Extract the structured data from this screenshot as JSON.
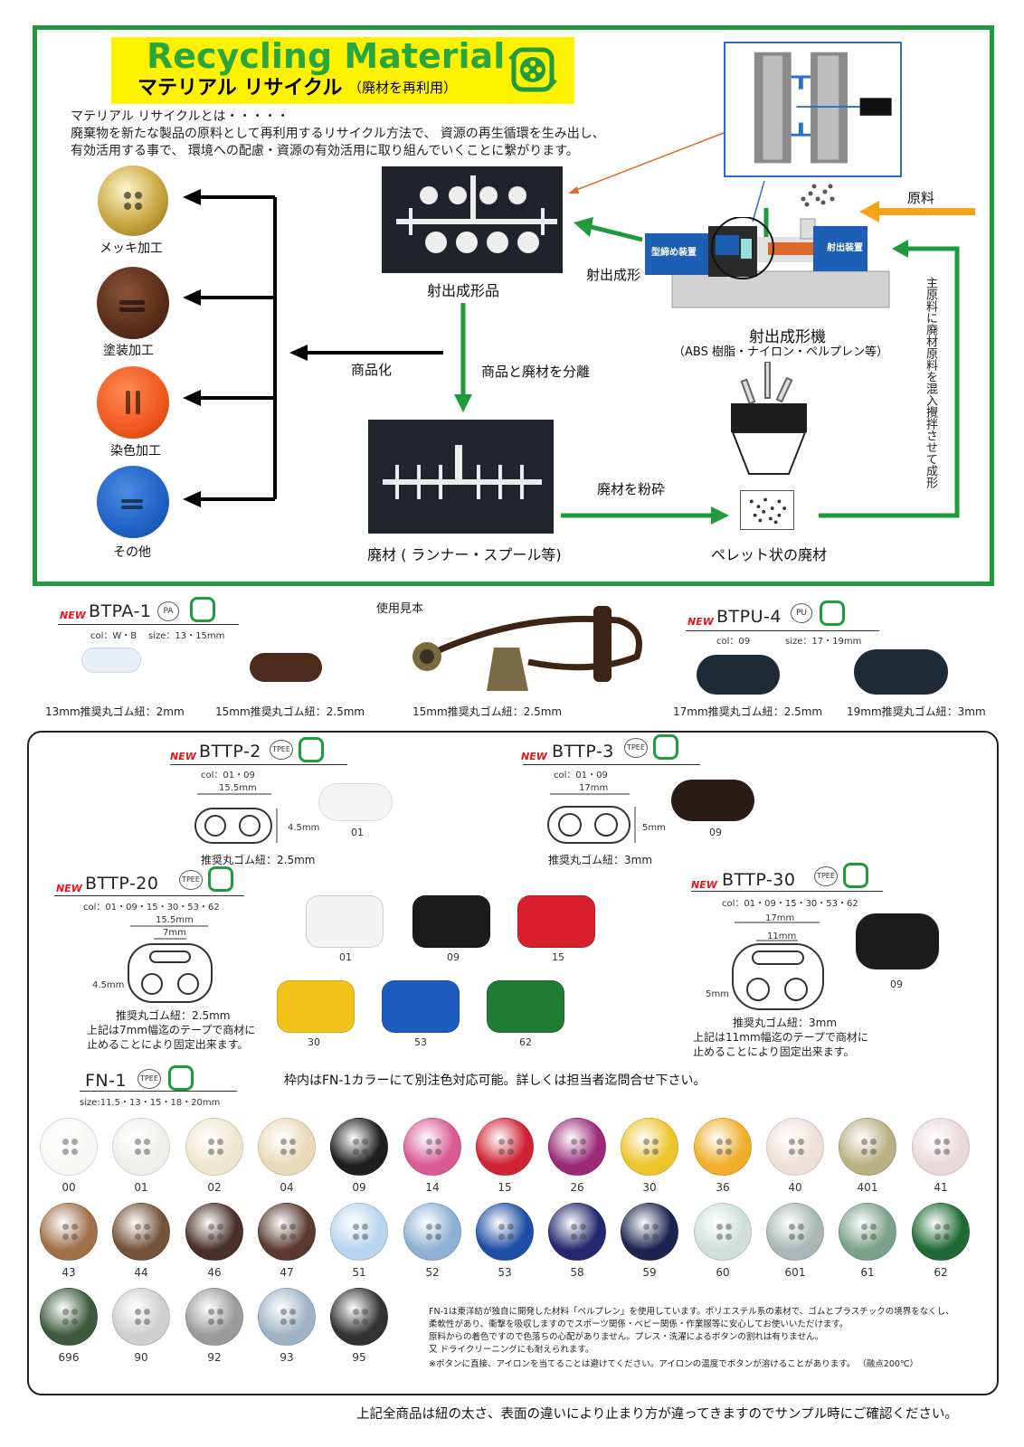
{
  "recycle": {
    "title_en": "Recycling  Material",
    "title_jp": "マテリアル  リサイクル",
    "title_sub": "（廃材を再利用）",
    "intro_1": "マテリアル  リサイクルとは・・・・・",
    "intro_2": "廃棄物を新たな製品の原料として再利用するリサイクル方法で、 資源の再生循環を生み出し、",
    "intro_3": "有効活用する事で、 環境への配慮・資源の有効活用に取り組んでいくことに繋がります。",
    "finishes": [
      {
        "label": "メッキ加工",
        "color": "#c8a640"
      },
      {
        "label": "塗装加工",
        "color": "#5a2d1a"
      },
      {
        "label": "染色加工",
        "color": "#f0571e"
      },
      {
        "label": "その他",
        "color": "#1e62c6"
      }
    ],
    "molded_label": "射出成形品",
    "injection_label": "射出成形",
    "machine_label": "射出成形機",
    "machine_sub": "（ABS 樹脂・ナイロン・ペルプレン等）",
    "machine_clamp": "型締め装置",
    "machine_inject": "射出装置",
    "raw_label": "原料",
    "commercialize_label": "商品化",
    "separate_label": "商品と廃材を分離",
    "crush_label": "廃材を粉砕",
    "scrap_label": "廃材 ( ランナー・スプール等)",
    "pellet_label": "ペレット状の廃材",
    "mix_label": "主原料に廃材原料を混入攪拌させて成形",
    "colors": {
      "green": "#1f9a3c",
      "yellow": "#fff200",
      "orange": "#f5a21c"
    }
  },
  "products": {
    "new_tag": "NEW",
    "usage_label": "使用見本",
    "btpa": {
      "code": "BTPA-1",
      "material": "PA",
      "col": "col：W・B",
      "size": "size：13・15mm",
      "cap_1": "13mm推奨丸ゴム紐：2mm",
      "cap_2": "15mm推奨丸ゴム紐：2.5mm"
    },
    "usage_caption": "15mm推奨丸ゴム紐：2.5mm",
    "btpu": {
      "code": "BTPU-4",
      "material": "PU",
      "col": "col：09",
      "size": "size：17・19mm",
      "cap_1": "17mm推奨丸ゴム紐：2.5mm",
      "cap_2": "19mm推奨丸ゴム紐：3mm"
    },
    "bttp2": {
      "code": "BTTP-2",
      "material": "TPEE",
      "col": "col：01・09",
      "dim_w": "15.5mm",
      "dim_h": "4.5mm",
      "rec": "推奨丸ゴム紐：2.5mm",
      "swatch_label": "01"
    },
    "bttp3": {
      "code": "BTTP-3",
      "material": "TPEE",
      "col": "col：01・09",
      "dim_w": "17mm",
      "dim_h": "5mm",
      "rec": "推奨丸ゴム紐：3mm",
      "swatch_label": "09"
    },
    "bttp20": {
      "code": "BTTP-20",
      "material": "TPEE",
      "col": "col：01・09・15・30・53・62",
      "dim_w": "15.5mm",
      "dim_w2": "7mm",
      "dim_h": "4.5mm",
      "rec": "推奨丸ゴム紐：2.5mm",
      "note_1": "上記は7mm幅迄のテープで商材に",
      "note_2": "止めることにより固定出来ます。",
      "swatches": [
        {
          "label": "01",
          "color": "#f2f2f2"
        },
        {
          "label": "09",
          "color": "#1c1c1c"
        },
        {
          "label": "15",
          "color": "#d8202c"
        },
        {
          "label": "30",
          "color": "#f2c21a"
        },
        {
          "label": "53",
          "color": "#1e5cc0"
        },
        {
          "label": "62",
          "color": "#1e7d33"
        }
      ]
    },
    "bttp30": {
      "code": "BTTP-30",
      "material": "TPEE",
      "col": "col：01・09・15・30・53・62",
      "dim_w": "17mm",
      "dim_w2": "11mm",
      "dim_h": "5mm",
      "rec": "推奨丸ゴム紐：3mm",
      "note_1": "上記は11mm幅迄のテープで商材に",
      "note_2": "止めることにより固定出来ます。",
      "swatch_label": "09"
    },
    "fn1": {
      "code": "FN-1",
      "material": "TPEE",
      "size": "size:11.5・13・15・18・20mm"
    },
    "custom_note": "枠内はFN-1カラーにて別注色対応可能。詳しくは担当者迄問合せ下さい。",
    "fn1_colors": [
      {
        "label": "00",
        "color": "#f7f7f5"
      },
      {
        "label": "01",
        "color": "#efefec"
      },
      {
        "label": "02",
        "color": "#ede6cf"
      },
      {
        "label": "04",
        "color": "#e9d9b8"
      },
      {
        "label": "09",
        "color": "#1e1e1e"
      },
      {
        "label": "14",
        "color": "#d95b94"
      },
      {
        "label": "15",
        "color": "#cf2333"
      },
      {
        "label": "26",
        "color": "#9b2a78"
      },
      {
        "label": "30",
        "color": "#ecc52b"
      },
      {
        "label": "36",
        "color": "#f0ae2a"
      },
      {
        "label": "40",
        "color": "#eedfd9"
      },
      {
        "label": "401",
        "color": "#b9b184"
      },
      {
        "label": "41",
        "color": "#ead9db"
      },
      {
        "label": "43",
        "color": "#a07048"
      },
      {
        "label": "44",
        "color": "#73533a"
      },
      {
        "label": "46",
        "color": "#4a302a"
      },
      {
        "label": "47",
        "color": "#5a3a30"
      },
      {
        "label": "51",
        "color": "#b9d4ee"
      },
      {
        "label": "52",
        "color": "#8eb0d4"
      },
      {
        "label": "53",
        "color": "#1f4fa5"
      },
      {
        "label": "58",
        "color": "#26286e"
      },
      {
        "label": "59",
        "color": "#1e2450"
      },
      {
        "label": "60",
        "color": "#cfdfd8"
      },
      {
        "label": "601",
        "color": "#a9b7b4"
      },
      {
        "label": "61",
        "color": "#7ba08b"
      },
      {
        "label": "62",
        "color": "#1f6b35"
      },
      {
        "label": "696",
        "color": "#3d5a3e"
      },
      {
        "label": "90",
        "color": "#cfcfcf"
      },
      {
        "label": "92",
        "color": "#9a9a9a"
      },
      {
        "label": "93",
        "color": "#9fb2c6"
      },
      {
        "label": "95",
        "color": "#333333"
      }
    ],
    "fn1_desc_1": "FN-1は東洋紡が独自に開発した材料「ペルプレン」を使用しています。ポリエステル系の素材で、ゴムとプラスチックの境界をなくし、",
    "fn1_desc_2": "柔軟性があり、衝撃を吸収しますのでスポーツ関係・ベビー関係・作業服等に安心してお使いいただけます。",
    "fn1_desc_3": "原料からの着色ですので色落ちの心配がありません。プレス・洗濯によるボタンの割れは有りません。",
    "fn1_desc_4": "又 ドライクリーニングにも耐えられます。",
    "fn1_desc_5": "※ボタンに直接、アイロンを当てることは避けてください。アイロンの温度でボタンが溶けることがあります。 （融点200℃）",
    "footer": "上記全商品は紐の太さ、表面の違いにより止まり方が違ってきますのでサンプル時にご確認ください。"
  }
}
